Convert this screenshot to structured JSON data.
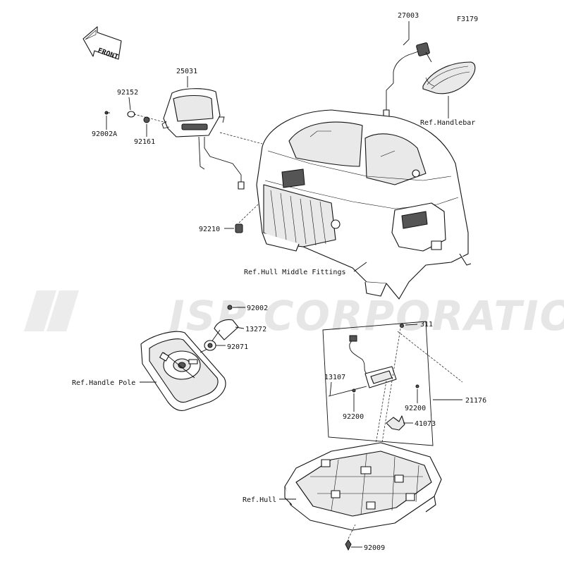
{
  "diagram_code": "F3179",
  "front_label": "FRONT",
  "watermark": "JSP CORPORATION",
  "part_numbers": {
    "p27003": "27003",
    "p25031": "25031",
    "p92152": "92152",
    "p92002A": "92002A",
    "p92161": "92161",
    "p92210": "92210",
    "p92002": "92002",
    "p13272": "13272",
    "p92071": "92071",
    "p311": "311",
    "p13107": "13107",
    "p21176": "21176",
    "p92200a": "92200",
    "p92200b": "92200",
    "p41073": "41073",
    "p92009": "92009"
  },
  "references": {
    "handlebar": "Ref.Handlebar",
    "hull_middle": "Ref.Hull Middle Fittings",
    "handle_pole": "Ref.Handle Pole",
    "hull": "Ref.Hull"
  }
}
